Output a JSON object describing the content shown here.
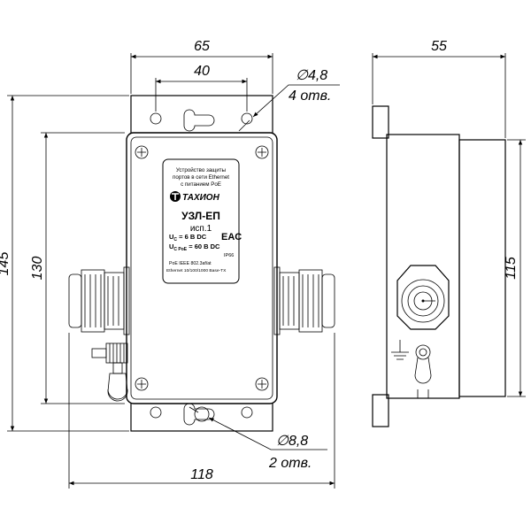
{
  "dimensions": {
    "width_total": "65",
    "hole_spacing": "40",
    "side_depth": "55",
    "height_total": "145",
    "height_body": "130",
    "height_side": "115",
    "overall_width": "118"
  },
  "callouts": {
    "small_hole_diameter": "∅4,8",
    "small_hole_count": "4 отв.",
    "large_hole_diameter": "∅8,8",
    "large_hole_count": "2 отв."
  },
  "label": {
    "line1": "Устройство защиты",
    "line2": "портов в сети Ethernet",
    "line3": "с питанием PoE",
    "brand": "ТАХИОН",
    "model": "УЗЛ-ЕП",
    "variant": "исп.1",
    "mark": "EAC",
    "uc": "U",
    "uc_sub": "C",
    "uc_value": " = 6 В DC",
    "ucpoe": "U",
    "ucpoe_sub": "C PoE",
    "ucpoe_value": " = 60 В DC",
    "ip": "IP66",
    "standard": "PoE IEEE 802.3af/at",
    "ethernet": "Ethernet 10/100/1000 Base-TX"
  }
}
